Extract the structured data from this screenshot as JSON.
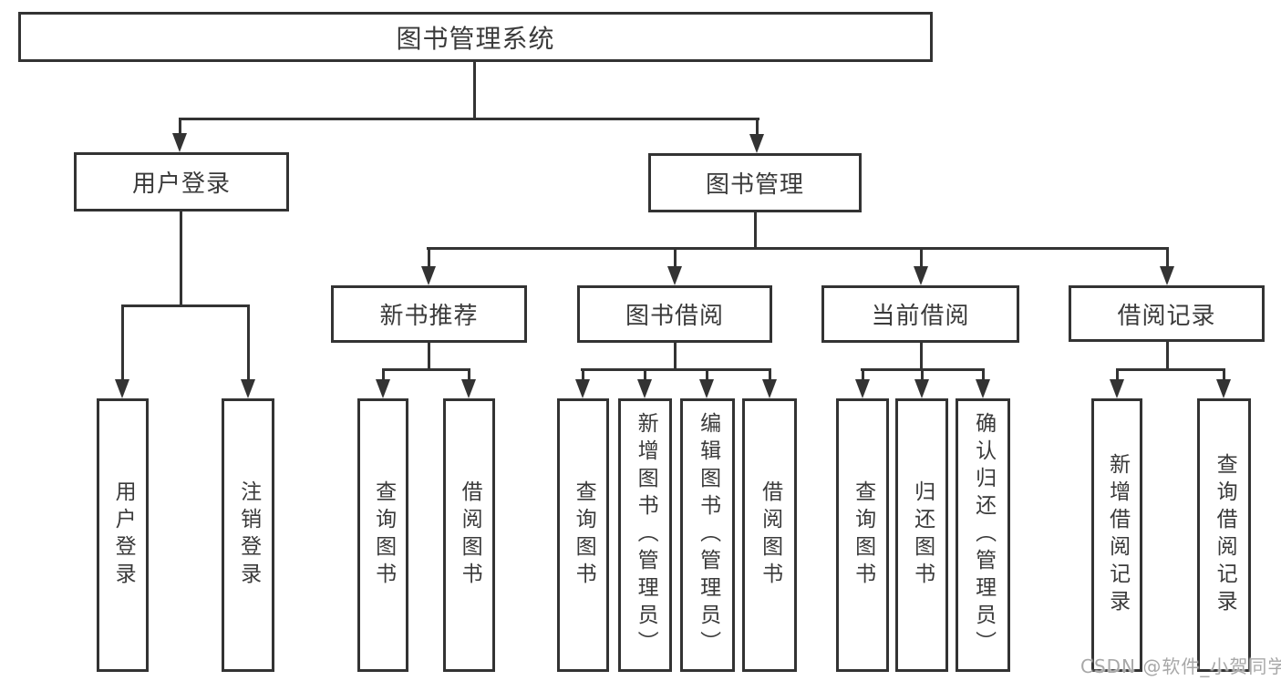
{
  "nodes": {
    "root": "图书管理系统",
    "user_login": "用户登录",
    "book_mgmt": "图书管理",
    "new_book_rec": "新书推荐",
    "book_borrow": "图书借阅",
    "current_borrow": "当前借阅",
    "borrow_records": "借阅记录",
    "leaf_user_login": "用户登录",
    "leaf_logout": "注销登录",
    "leaf_nb_query": "查询图书",
    "leaf_nb_borrow": "借阅图书",
    "leaf_bb_query": "查询图书",
    "leaf_bb_add": "新增图书（管理员）",
    "leaf_bb_edit": "编辑图书（管理员）",
    "leaf_bb_borrow": "借阅图书",
    "leaf_cb_query": "查询图书",
    "leaf_cb_return": "归还图书",
    "leaf_cb_confirm": "确认归还（管理员）",
    "leaf_br_add": "新增借阅记录",
    "leaf_br_query": "查询借阅记录"
  },
  "watermark": "CSDN @软件_小贺同学",
  "colors": {
    "line": "#333333",
    "text": "#3a3a3a",
    "watermark_gray": "#a8a8a8",
    "background": "#ffffff"
  }
}
